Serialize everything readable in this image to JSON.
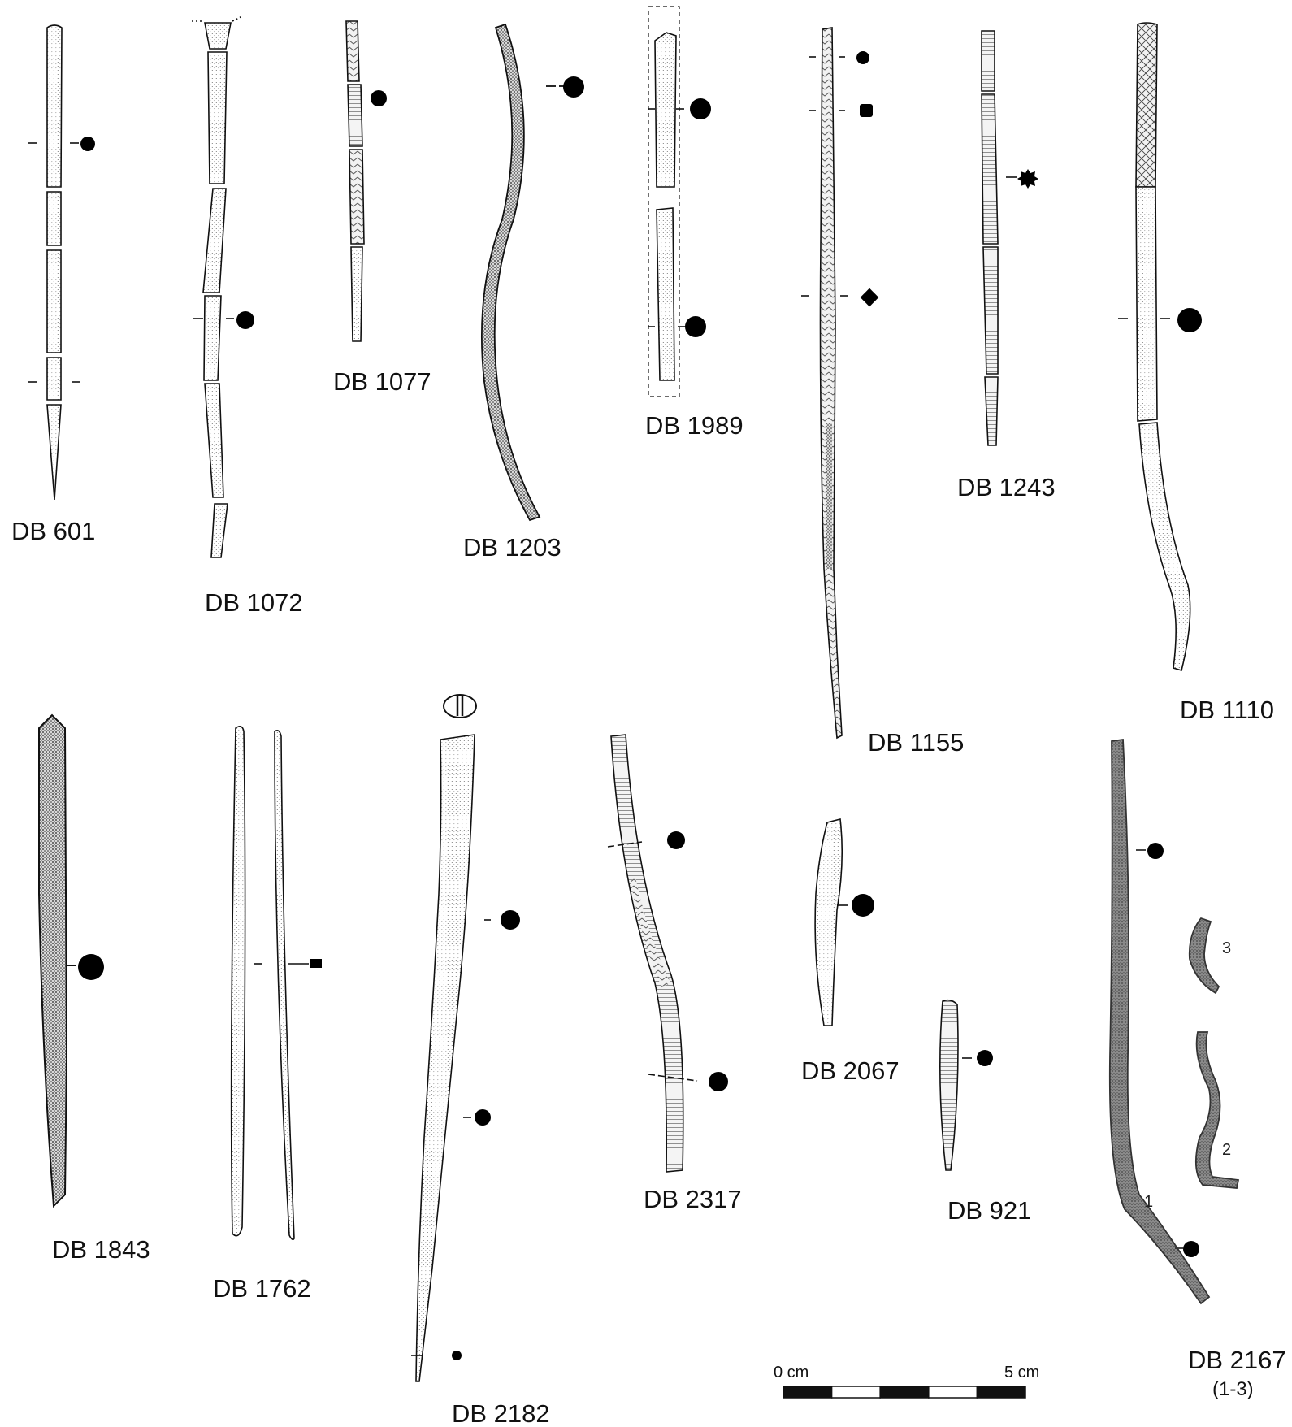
{
  "artifacts": [
    {
      "id": "db601",
      "label": "DB 601"
    },
    {
      "id": "db1072",
      "label": "DB 1072"
    },
    {
      "id": "db1077",
      "label": "DB 1077"
    },
    {
      "id": "db1203",
      "label": "DB 1203"
    },
    {
      "id": "db1989",
      "label": "DB 1989"
    },
    {
      "id": "db1155",
      "label": "DB 1155"
    },
    {
      "id": "db1243",
      "label": "DB 1243"
    },
    {
      "id": "db1110",
      "label": "DB 1110"
    },
    {
      "id": "db1843",
      "label": "DB 1843"
    },
    {
      "id": "db1762",
      "label": "DB 1762"
    },
    {
      "id": "db2182",
      "label": "DB 2182"
    },
    {
      "id": "db2317",
      "label": "DB 2317"
    },
    {
      "id": "db2067",
      "label": "DB 2067"
    },
    {
      "id": "db921",
      "label": "DB 921"
    },
    {
      "id": "db2167",
      "label": "DB 2167",
      "sublabel": "(1-3)",
      "fragments": [
        "1",
        "2",
        "3"
      ]
    }
  ],
  "scale_bar": {
    "start_label": "0 cm",
    "end_label": "5 cm",
    "segments": 5
  },
  "colors": {
    "ink": "#111111",
    "stipple": "#555555",
    "paper": "#ffffff"
  }
}
